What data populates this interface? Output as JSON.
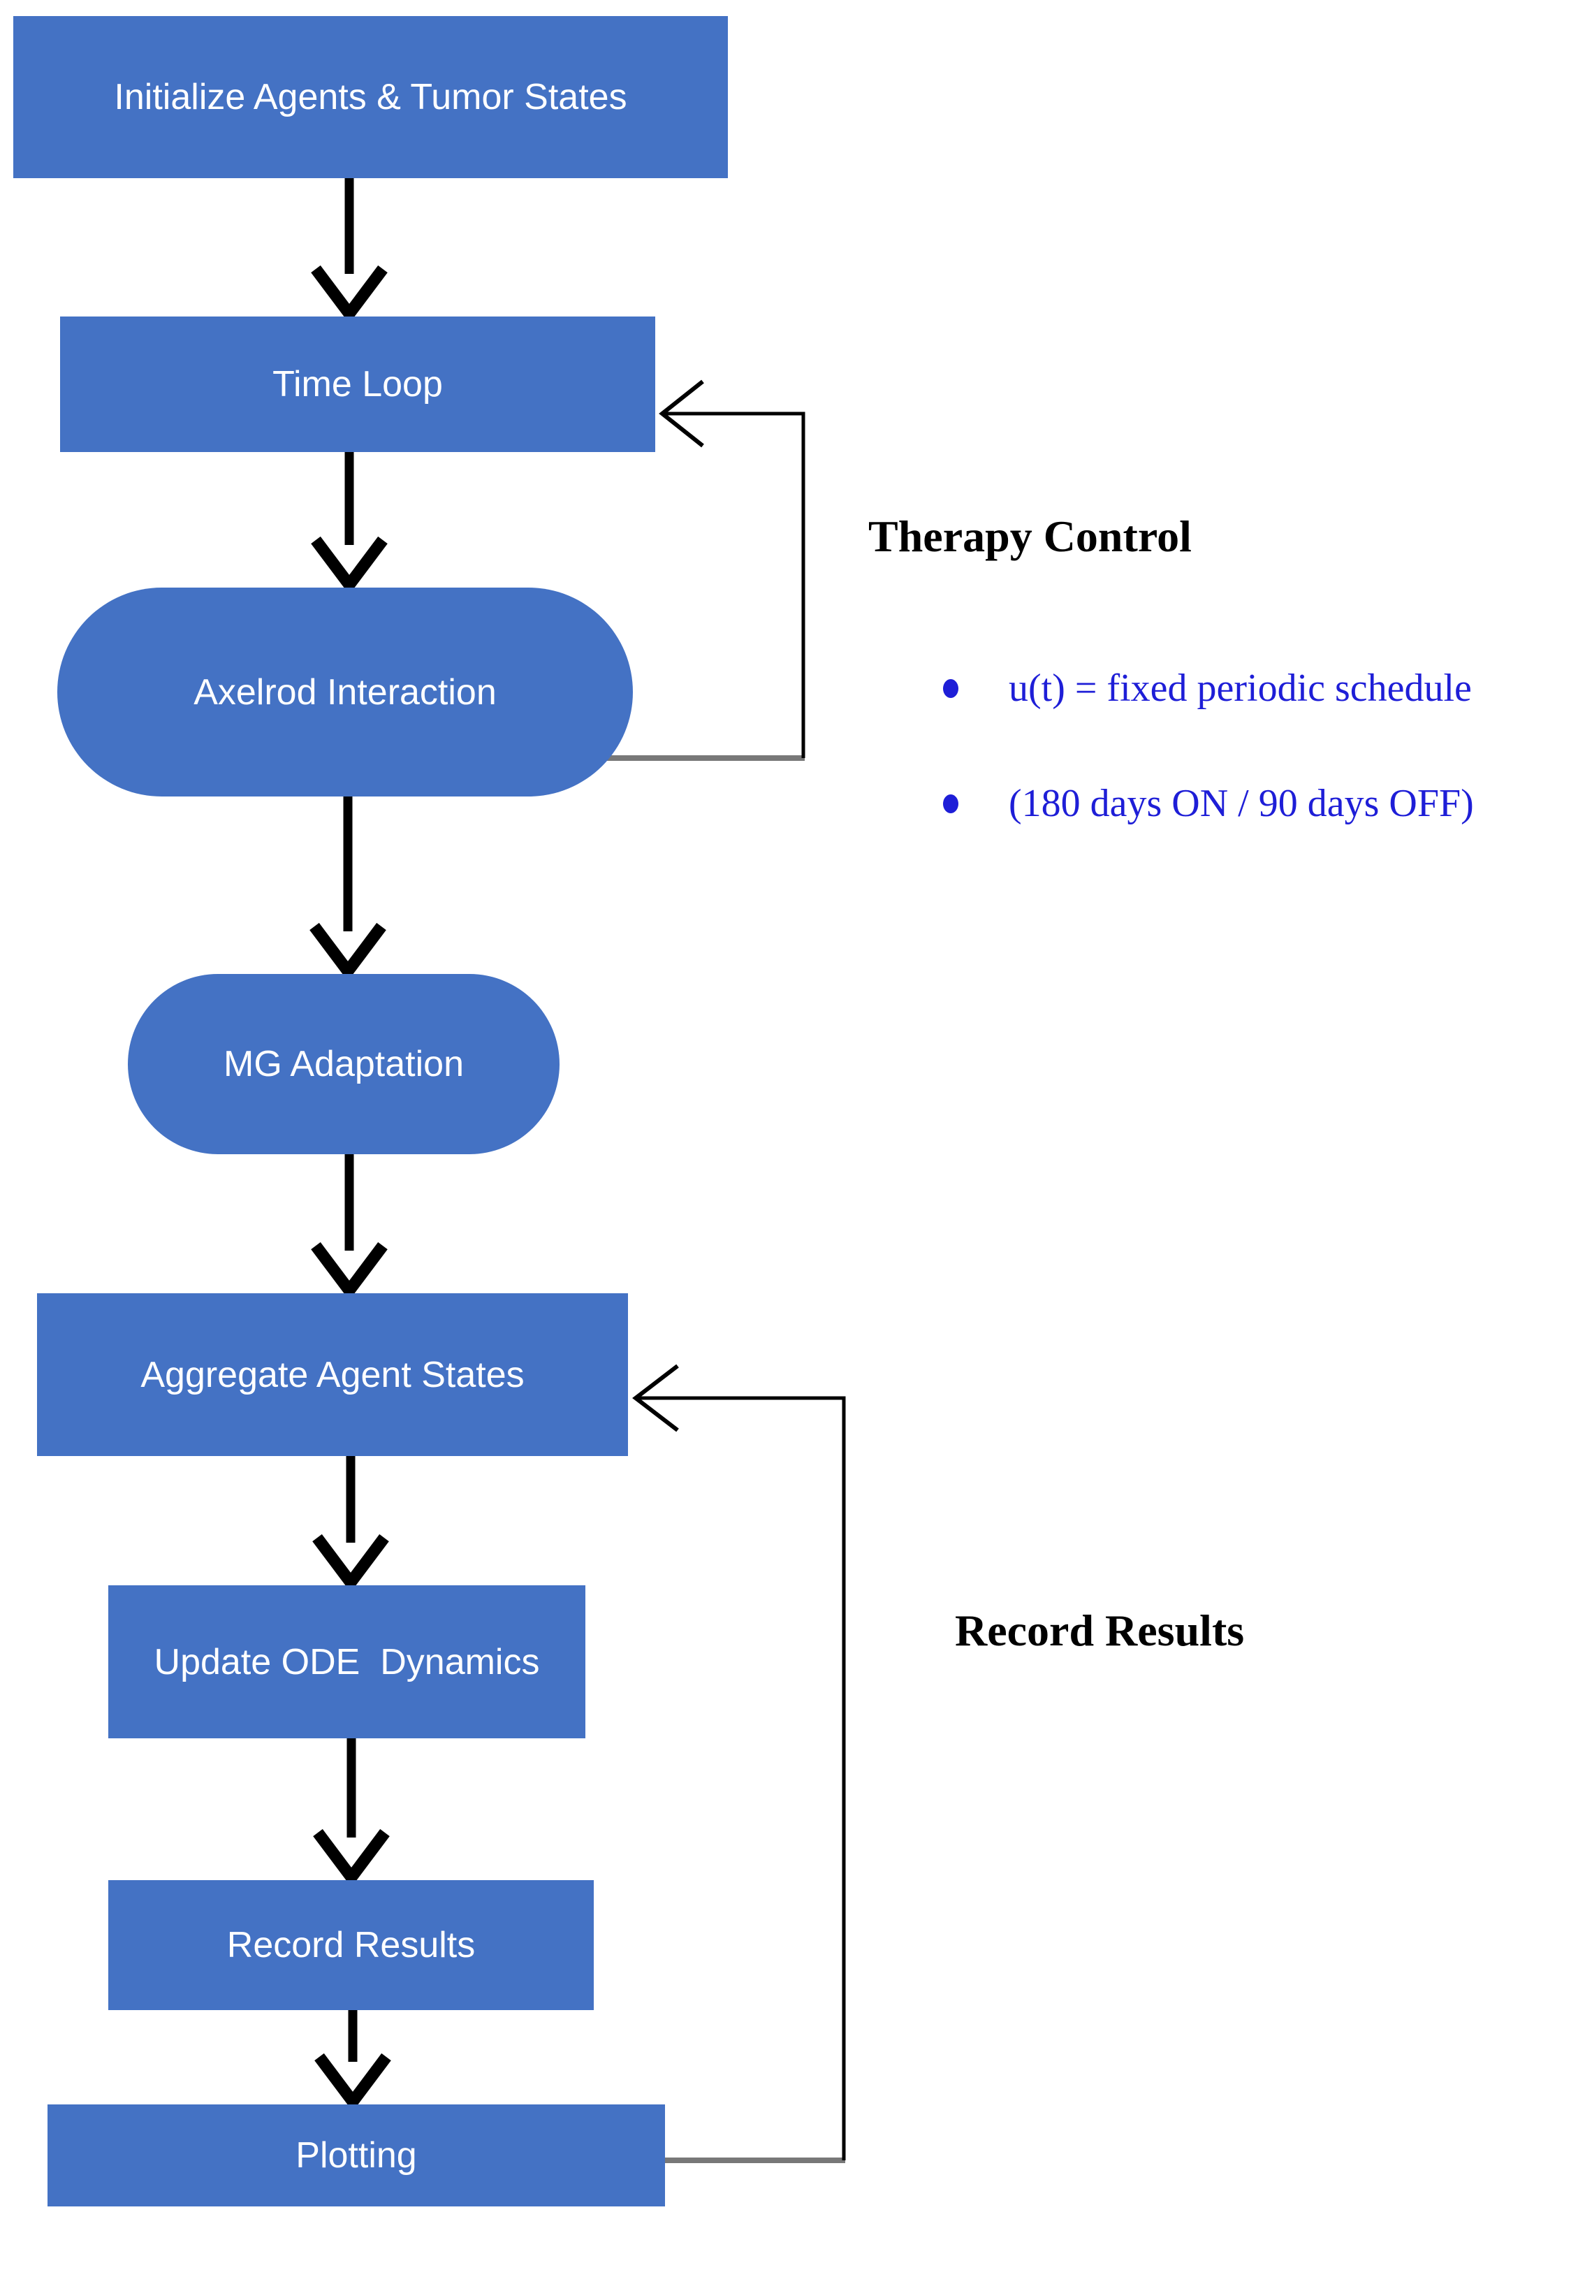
{
  "canvas": {
    "background": "#ffffff"
  },
  "colors": {
    "node_fill": "#4472C4",
    "node_text": "#ffffff",
    "annotation_blue": "#1E1ED7",
    "annotation_black": "#000000",
    "line_black": "#000000",
    "line_gray": "#787878"
  },
  "nodes": [
    {
      "id": "init",
      "shape": "rect",
      "label": "Initialize Agents & Tumor States"
    },
    {
      "id": "time_loop",
      "shape": "rect",
      "label": "Time Loop"
    },
    {
      "id": "axelrod",
      "shape": "stadium",
      "label": "Axelrod Interaction"
    },
    {
      "id": "mg",
      "shape": "stadium",
      "label": "MG Adaptation"
    },
    {
      "id": "aggregate",
      "shape": "rect",
      "label": "Aggregate Agent States"
    },
    {
      "id": "update_ode",
      "shape": "rect",
      "label": "Update ODE  Dynamics"
    },
    {
      "id": "record",
      "shape": "rect",
      "label": "Record Results"
    },
    {
      "id": "plotting",
      "shape": "rect",
      "label": "Plotting"
    }
  ],
  "edges": [
    {
      "from": "init",
      "to": "time_loop",
      "type": "arrow"
    },
    {
      "from": "time_loop",
      "to": "axelrod",
      "type": "arrow"
    },
    {
      "from": "axelrod",
      "to": "mg",
      "type": "arrow"
    },
    {
      "from": "mg",
      "to": "aggregate",
      "type": "arrow"
    },
    {
      "from": "aggregate",
      "to": "update_ode",
      "type": "arrow"
    },
    {
      "from": "update_ode",
      "to": "record",
      "type": "arrow"
    },
    {
      "from": "record",
      "to": "plotting",
      "type": "arrow"
    },
    {
      "from": "axelrod",
      "to": "time_loop",
      "type": "feedback-loop"
    },
    {
      "from": "plotting",
      "to": "aggregate",
      "type": "feedback-loop"
    }
  ],
  "annotations": {
    "therapy_control": {
      "title": "Therapy Control",
      "bullets": [
        "u(t) = fixed periodic schedule",
        "(180 days ON / 90 days OFF)"
      ]
    },
    "record_results": {
      "title": "Record Results"
    }
  }
}
